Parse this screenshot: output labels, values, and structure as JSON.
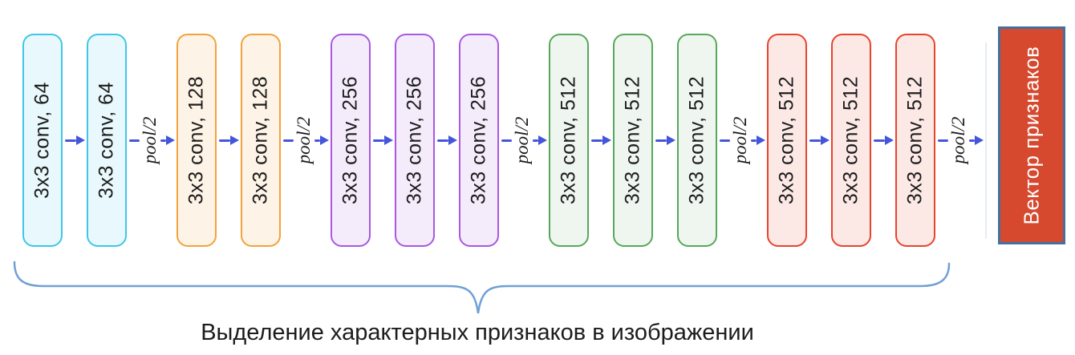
{
  "colors": {
    "canvas-bg": "#FFFFFF",
    "text": "#1C1C1C",
    "arrow": "#4355D9",
    "brace": "#6FA0D6",
    "divider": "#E4EBF3",
    "cyan-border": "#3FC6E8",
    "cyan-fill": "#E9F8FC",
    "orange-border": "#F2A33C",
    "orange-fill": "#FDF3E6",
    "purple-border": "#A958E3",
    "purple-fill": "#F5ECFB",
    "green-border": "#57A85C",
    "green-fill": "#EFF6EF",
    "red-border": "#E8432C",
    "red-fill": "#FCE9E6",
    "output-fill": "#D6492F",
    "output-border": "#44709D",
    "output-text": "#FFFFFF"
  },
  "diagram": {
    "pool_label": "pool/2",
    "groups": [
      {
        "color": "cyan",
        "blocks": [
          "3x3 conv, 64",
          "3x3 conv, 64"
        ]
      },
      {
        "color": "orange",
        "blocks": [
          "3x3 conv, 128",
          "3x3 conv, 128"
        ]
      },
      {
        "color": "purple",
        "blocks": [
          "3x3 conv, 256",
          "3x3 conv, 256",
          "3x3 conv, 256"
        ]
      },
      {
        "color": "green",
        "blocks": [
          "3x3 conv, 512",
          "3x3 conv, 512",
          "3x3 conv, 512"
        ]
      },
      {
        "color": "red",
        "blocks": [
          "3x3 conv, 512",
          "3x3 conv, 512",
          "3x3 conv, 512"
        ]
      }
    ],
    "output_block": {
      "label": "Вектор признаков"
    },
    "caption": "Выделение характерных признаков в изображении"
  }
}
